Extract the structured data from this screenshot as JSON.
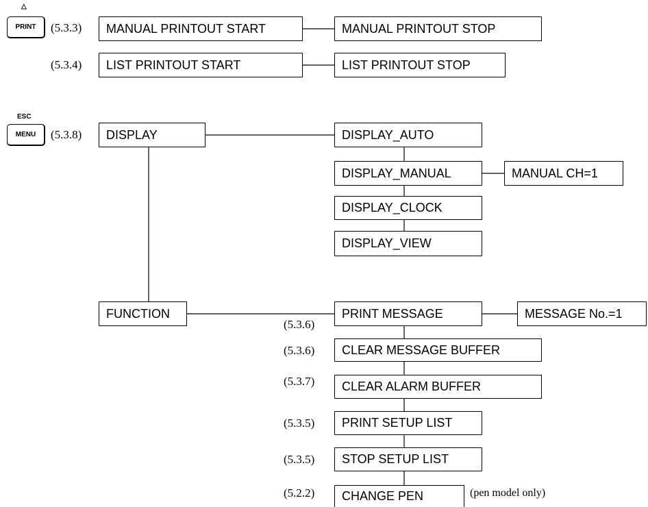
{
  "keys": {
    "print_key": {
      "label": "PRINT",
      "top_label": "△"
    },
    "menu_key": {
      "label": "MENU",
      "top_label": "ESC"
    }
  },
  "print_section": {
    "ref_manual": "(5.3.3)",
    "manual_start": "MANUAL PRINTOUT START",
    "manual_stop": "MANUAL PRINTOUT STOP",
    "ref_list": "(5.3.4)",
    "list_start": "LIST PRINTOUT START",
    "list_stop": "LIST PRINTOUT STOP"
  },
  "menu_section": {
    "ref_display": "(5.3.8)",
    "display": "DISPLAY",
    "display_auto": "DISPLAY_AUTO",
    "display_manual": "DISPLAY_MANUAL",
    "manual_ch": "MANUAL CH=1",
    "display_clock": "DISPLAY_CLOCK",
    "display_view": "DISPLAY_VIEW",
    "function": "FUNCTION",
    "ref_print_message": "(5.3.6)",
    "print_message": "PRINT MESSAGE",
    "message_no": "MESSAGE No.=1",
    "ref_clear_message": "(5.3.6)",
    "clear_message_buffer": "CLEAR MESSAGE BUFFER",
    "ref_clear_alarm": "(5.3.7)",
    "clear_alarm_buffer": "CLEAR ALARM BUFFER",
    "ref_print_setup": "(5.3.5)",
    "print_setup_list": "PRINT SETUP LIST",
    "ref_stop_setup": "(5.3.5)",
    "stop_setup_list": "STOP SETUP LIST",
    "ref_change_pen": "(5.2.2)",
    "change_pen": "CHANGE PEN",
    "pen_note": "(pen model only)"
  }
}
